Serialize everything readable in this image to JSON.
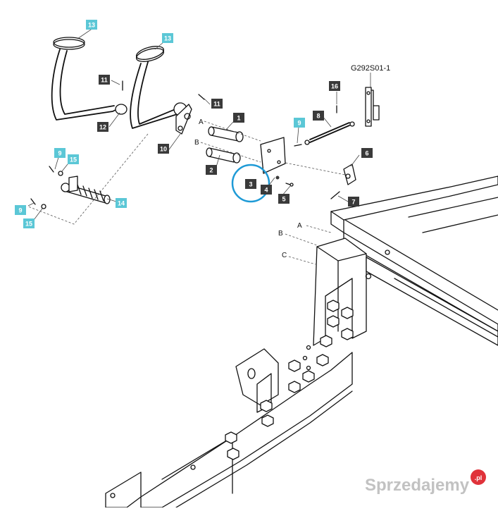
{
  "diagram": {
    "code": "G292S01-1",
    "refs": [
      "A",
      "B",
      "C"
    ],
    "callouts": {
      "c13a": {
        "num": "13",
        "style": "cyan"
      },
      "c13b": {
        "num": "13",
        "style": "cyan"
      },
      "c11a": {
        "num": "11",
        "style": "dark"
      },
      "c11b": {
        "num": "11",
        "style": "dark"
      },
      "c12": {
        "num": "12",
        "style": "dark"
      },
      "c1": {
        "num": "1",
        "style": "dark"
      },
      "c10": {
        "num": "10",
        "style": "dark"
      },
      "c2": {
        "num": "2",
        "style": "dark"
      },
      "c16": {
        "num": "16",
        "style": "dark"
      },
      "c8": {
        "num": "8",
        "style": "dark"
      },
      "c9a": {
        "num": "9",
        "style": "cyan"
      },
      "c6": {
        "num": "6",
        "style": "dark"
      },
      "c3": {
        "num": "3",
        "style": "dark"
      },
      "c4": {
        "num": "4",
        "style": "dark"
      },
      "c5": {
        "num": "5",
        "style": "dark"
      },
      "c7": {
        "num": "7",
        "style": "dark"
      },
      "c9b": {
        "num": "9",
        "style": "cyan"
      },
      "c15a": {
        "num": "15",
        "style": "cyan"
      },
      "c14": {
        "num": "14",
        "style": "cyan"
      },
      "c9c": {
        "num": "9",
        "style": "cyan"
      },
      "c15b": {
        "num": "15",
        "style": "cyan"
      }
    },
    "highlight": {
      "target": "3",
      "color": "#1e9ad6"
    }
  },
  "watermark": {
    "brand": "Sprzedajemy",
    "tld": ".pl",
    "badge_color": "#e0323a"
  }
}
